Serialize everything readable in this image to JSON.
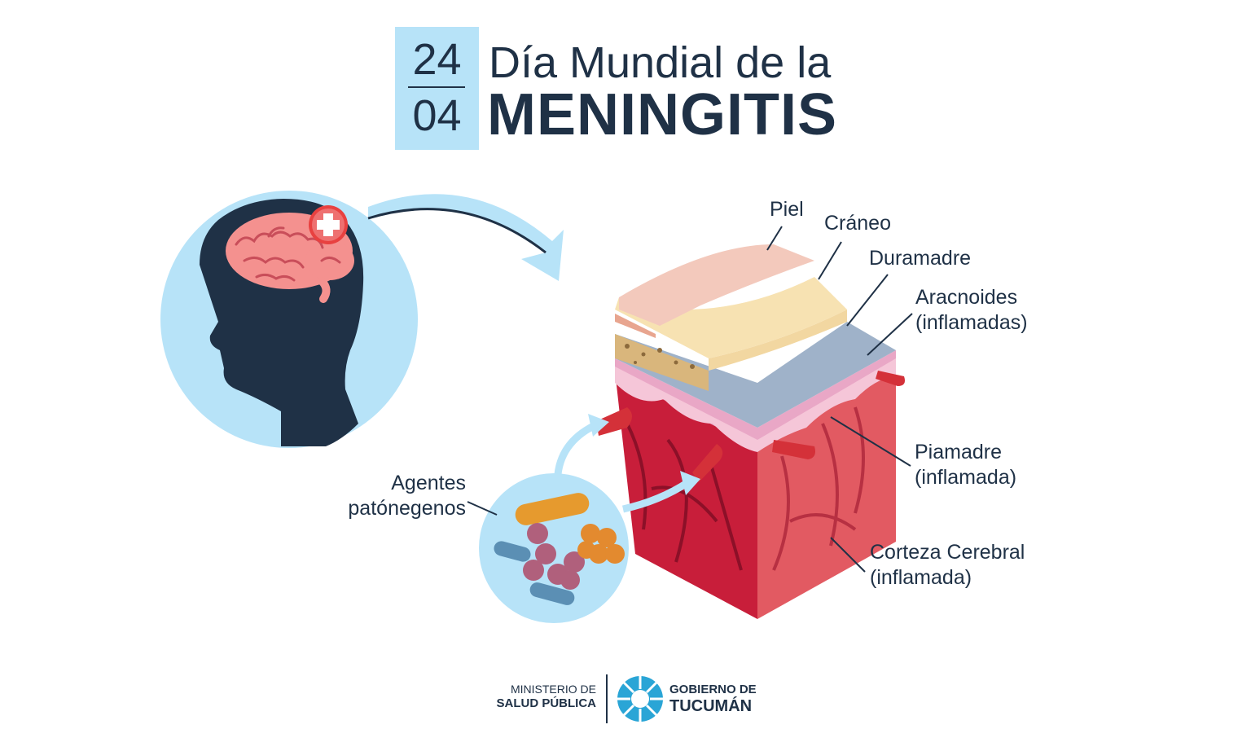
{
  "header": {
    "day": "24",
    "month": "04",
    "title_line1": "Día Mundial de la",
    "title_line2": "MENINGITIS"
  },
  "labels": {
    "piel": "Piel",
    "craneo": "Cráneo",
    "duramadre": "Duramadre",
    "aracnoides_1": "Aracnoides",
    "aracnoides_2": "(inflamadas)",
    "piamadre_1": "Piamadre",
    "piamadre_2": "(inflamada)",
    "corteza_1": "Corteza Cerebral",
    "corteza_2": "(inflamada)",
    "agentes_1": "Agentes",
    "agentes_2": "patónegenos"
  },
  "footer": {
    "ministerio_line1": "MINISTERIO DE",
    "ministerio_line2": "SALUD PÚBLICA",
    "gobierno_line1": "GOBIERNO DE",
    "gobierno_line2": "TUCUMÁN"
  },
  "colors": {
    "navy": "#1f3146",
    "light_blue": "#b7e3f8",
    "cortex_red": "#c81e3a",
    "brain_pink": "#f28b8b"
  },
  "icons": [
    "head-silhouette-icon",
    "brain-icon",
    "medical-cross-icon",
    "curved-arrow-icon",
    "pathogens-icon",
    "government-logo-icon"
  ]
}
